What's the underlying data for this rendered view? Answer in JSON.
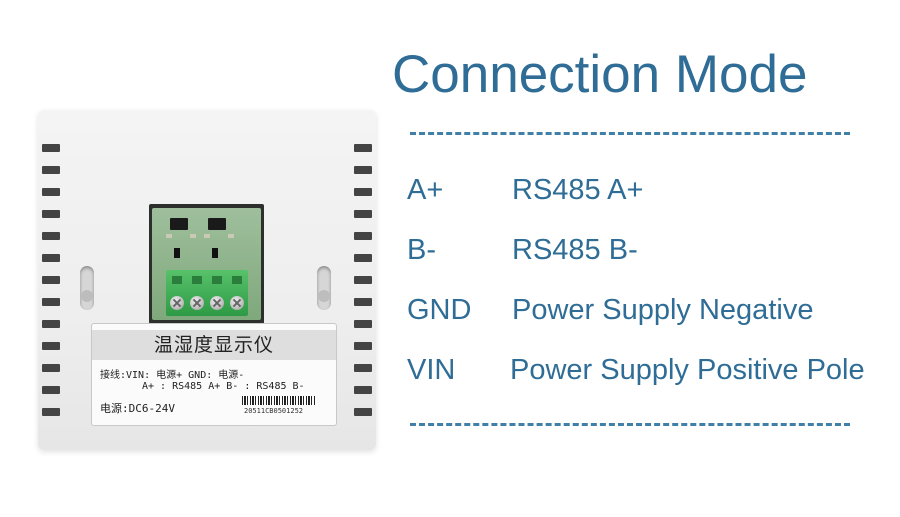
{
  "title": "Connection Mode",
  "connections": [
    {
      "pin": "A+",
      "desc": "RS485 A+"
    },
    {
      "pin": "B-",
      "desc": "RS485 B-"
    },
    {
      "pin": "GND",
      "desc": "Power Supply Negative"
    },
    {
      "pin": "VIN",
      "desc": "Power Supply Positive Pole"
    }
  ],
  "device_label": {
    "title": "温湿度显示仪",
    "line1": "接线:VIN: 电源+  GND: 电源-",
    "line2": "A+ : RS485 A+   B- : RS485 B-",
    "power": "电源:DC6-24V",
    "serial": "20511CB0501252"
  },
  "colors": {
    "accent": "#2f6d96",
    "terminal": "#3aa852",
    "pcb": "#8fb58c"
  }
}
